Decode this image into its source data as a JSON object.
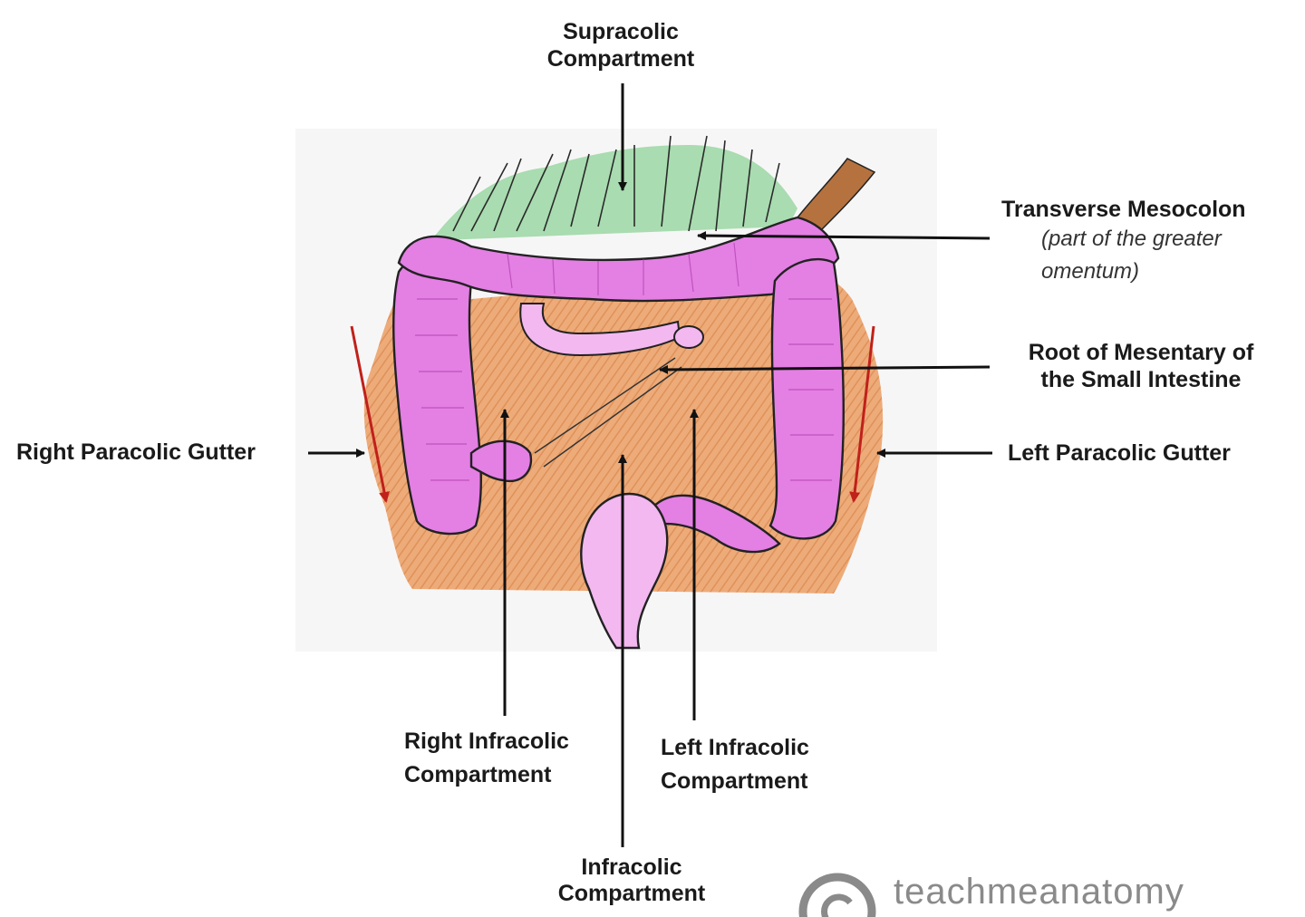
{
  "labels": {
    "supracolic": [
      "Supracolic",
      "Compartment"
    ],
    "transverse_mesocolon": "Transverse Mesocolon",
    "transverse_mesocolon_note": [
      "(part of the greater",
      "omentum)"
    ],
    "root_mesentery": [
      "Root of Mesentary of",
      "the Small Intestine"
    ],
    "right_paracolic": "Right Paracolic Gutter",
    "left_paracolic": "Left Paracolic Gutter",
    "right_infracolic": [
      "Right Infracolic",
      "Compartment"
    ],
    "left_infracolic": [
      "Left Infracolic",
      "Compartment"
    ],
    "infracolic": [
      "Infracolic",
      "Compartment"
    ]
  },
  "watermark": {
    "text": "teachmeanatomy",
    "icon": "copyright-icon"
  },
  "colors": {
    "colon": "#e07fe0",
    "colon_outline": "#222222",
    "peritoneum": "#e8995c",
    "omentum": "#5fb96f",
    "gutter_arrow": "#c0211a",
    "label_arrow": "#111111"
  }
}
